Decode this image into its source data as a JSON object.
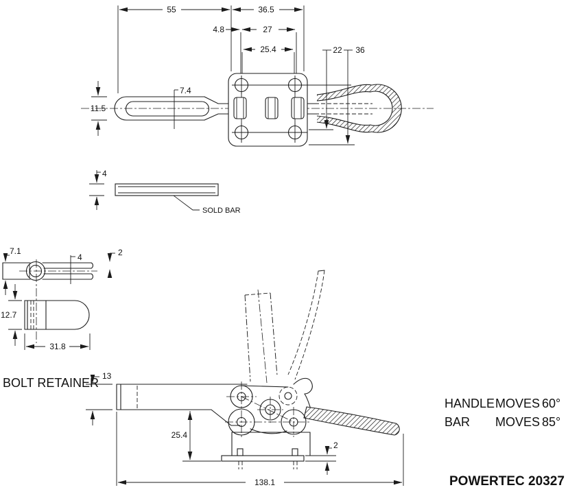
{
  "colors": {
    "ink": "#1c1c1c",
    "background": "#ffffff"
  },
  "brand": "POWERTEC 20327",
  "labels": {
    "solid_bar": "SOLD BAR",
    "bolt_retainer": "BOLT RETAINER"
  },
  "notes": {
    "rows": [
      {
        "part": "HANDLE",
        "verb": "MOVES",
        "deg": "60°"
      },
      {
        "part": "BAR",
        "verb": "MOVES",
        "deg": "85°"
      }
    ]
  },
  "top_view": {
    "overall": "55",
    "plate_width": "36.5",
    "hole_offset": "4.8",
    "hole_span_outer": "27",
    "hole_span_inner": "25.4",
    "handle_dim_a": "22",
    "handle_dim_b": "36",
    "slot_width": "7.4",
    "bar_width": "11.5"
  },
  "solid_bar_view": {
    "thickness": "4"
  },
  "retainer_top_view": {
    "head_width": "7.1",
    "slot": "4",
    "tip": "2"
  },
  "retainer_side_view": {
    "height": "12.7",
    "length": "31.8"
  },
  "side_view": {
    "bar_height": "13",
    "base_height": "25.4",
    "overall_length": "138.1",
    "flange_thickness": "2"
  }
}
